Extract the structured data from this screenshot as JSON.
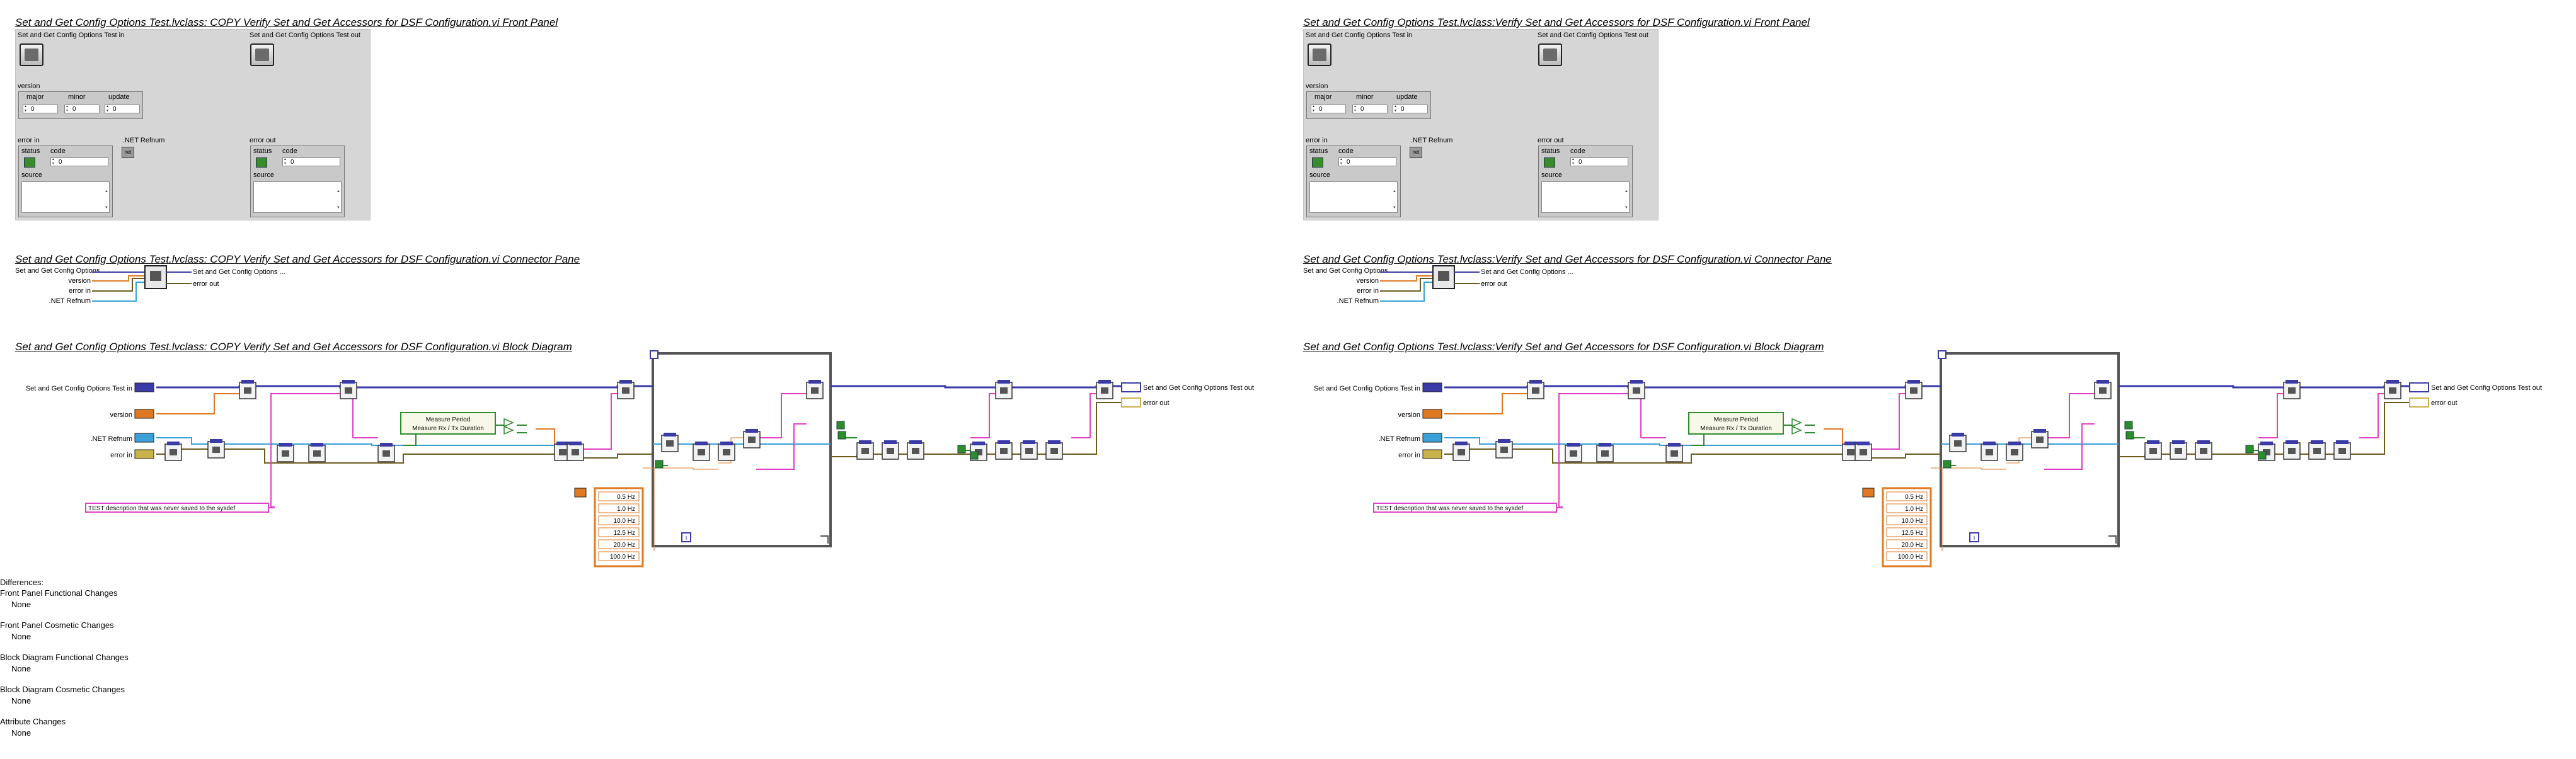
{
  "panels": [
    {
      "front_panel_title": "Set and Get Config Options Test.lvclass:  COPY  Verify Set and Get Accessors for DSF Configuration.vi Front Panel",
      "connector_pane_title": "Set and Get Config Options Test.lvclass:  COPY  Verify Set and Get Accessors for DSF Configuration.vi Connector Pane",
      "block_diagram_title": "Set and Get Config Options Test.lvclass:  COPY  Verify Set and Get Accessors for DSF Configuration.vi Block Diagram"
    },
    {
      "front_panel_title": "Set and Get Config Options Test.lvclass:Verify Set and Get Accessors for DSF Configuration.vi Front Panel",
      "connector_pane_title": "Set and Get Config Options Test.lvclass:Verify Set and Get Accessors for DSF Configuration.vi Connector Pane",
      "block_diagram_title": "Set and Get Config Options Test.lvclass:Verify Set and Get Accessors for DSF Configuration.vi Block Diagram"
    }
  ],
  "front_panel": {
    "in_label": "Set and Get Config Options Test in",
    "out_label": "Set and Get Config Options Test out",
    "version_label": "version",
    "major_label": "major",
    "minor_label": "minor",
    "update_label": "update",
    "major_value": "0",
    "minor_value": "0",
    "update_value": "0",
    "error_in_label": "error in",
    "error_out_label": "error out",
    "net_refnum_label": ".NET Refnum",
    "net_badge": "net",
    "status_label": "status",
    "code_label": "code",
    "code_value": "0",
    "source_label": "source"
  },
  "connector_pane": {
    "in_label": "Set and Get Config Options ...",
    "version_label": "version",
    "error_in_label": "error in",
    "net_label": ".NET Refnum",
    "out_label": "Set and Get Config Options ...",
    "error_out_label": "error out"
  },
  "block_diagram": {
    "in_terminal_label": "Set and Get Config Options Test in",
    "version_label": "version",
    "net_label": ".NET Refnum",
    "error_in_label": "error in",
    "out_terminal_label": "Set and Get Config Options Test out",
    "error_out_label": "error out",
    "test_description": "TEST description that was never saved to the sysdef",
    "measure_period": "Measure Period",
    "measure_duration": "Measure Rx / Tx Duration",
    "loop_counter": "i",
    "frequency_constants": [
      "0.5 Hz",
      "1.0 Hz",
      "10.0 Hz",
      "12.5 Hz",
      "20.0 Hz",
      "100.0 Hz"
    ]
  },
  "differences": {
    "heading": "Differences:",
    "items": [
      {
        "label": "Front Panel Functional Changes",
        "value": "None"
      },
      {
        "label": "Front Panel Cosmetic Changes",
        "value": "None"
      },
      {
        "label": "Block Diagram Functional Changes",
        "value": "None"
      },
      {
        "label": "Block Diagram Cosmetic Changes",
        "value": "None"
      },
      {
        "label": "Attribute Changes",
        "value": "None"
      }
    ]
  },
  "colors": {
    "class_wire": "#3b3ba8",
    "error_wire": "#6b5a1e",
    "string_wire": "#e040c8",
    "refnum_wire": "#3aa0d8",
    "numeric_wire": "#e07a22",
    "boolean_wire": "#2e8b2e",
    "panel_bg": "#d6d6d6"
  }
}
